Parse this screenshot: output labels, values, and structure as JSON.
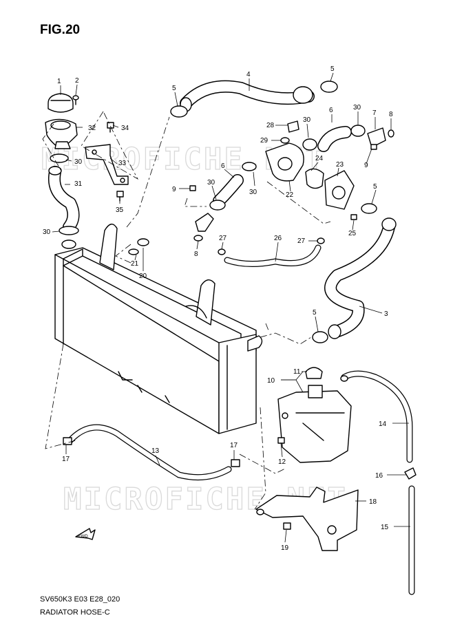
{
  "title": "FIG.20",
  "footer": {
    "model_code": "SV650K3 E03 E28_020",
    "section_name": "RADIATOR HOSE-C"
  },
  "watermark": "MICROFICHE.NET",
  "front_marker": "FWD",
  "callouts": [
    {
      "id": "c-1",
      "text": "1"
    },
    {
      "id": "c-2",
      "text": "2"
    },
    {
      "id": "c-32",
      "text": "32"
    },
    {
      "id": "c-34",
      "text": "34"
    },
    {
      "id": "c-30a",
      "text": "30"
    },
    {
      "id": "c-33",
      "text": "33"
    },
    {
      "id": "c-31",
      "text": "31"
    },
    {
      "id": "c-35",
      "text": "35"
    },
    {
      "id": "c-30b",
      "text": "30"
    },
    {
      "id": "c-4",
      "text": "4"
    },
    {
      "id": "c-5a",
      "text": "5"
    },
    {
      "id": "c-5b",
      "text": "5"
    },
    {
      "id": "c-6a",
      "text": "6"
    },
    {
      "id": "c-30c",
      "text": "30"
    },
    {
      "id": "c-7",
      "text": "7"
    },
    {
      "id": "c-8a",
      "text": "8"
    },
    {
      "id": "c-28",
      "text": "28"
    },
    {
      "id": "c-30d",
      "text": "30"
    },
    {
      "id": "c-29",
      "text": "29"
    },
    {
      "id": "c-9a",
      "text": "9"
    },
    {
      "id": "c-6b",
      "text": "6"
    },
    {
      "id": "c-24",
      "text": "24"
    },
    {
      "id": "c-23",
      "text": "23"
    },
    {
      "id": "c-9b",
      "text": "9"
    },
    {
      "id": "c-30e",
      "text": "30"
    },
    {
      "id": "c-30f",
      "text": "30"
    },
    {
      "id": "c-22",
      "text": "22"
    },
    {
      "id": "c-5c",
      "text": "5"
    },
    {
      "id": "c-25",
      "text": "25"
    },
    {
      "id": "c-21",
      "text": "21"
    },
    {
      "id": "c-20",
      "text": "20"
    },
    {
      "id": "c-27a",
      "text": "27"
    },
    {
      "id": "c-26",
      "text": "26"
    },
    {
      "id": "c-27b",
      "text": "27"
    },
    {
      "id": "c-8b",
      "text": "8"
    },
    {
      "id": "c-3",
      "text": "3"
    },
    {
      "id": "c-5d",
      "text": "5"
    },
    {
      "id": "c-11",
      "text": "11"
    },
    {
      "id": "c-10",
      "text": "10"
    },
    {
      "id": "c-14",
      "text": "14"
    },
    {
      "id": "c-17a",
      "text": "17"
    },
    {
      "id": "c-17b",
      "text": "17"
    },
    {
      "id": "c-13",
      "text": "13"
    },
    {
      "id": "c-12",
      "text": "12"
    },
    {
      "id": "c-16",
      "text": "16"
    },
    {
      "id": "c-18",
      "text": "18"
    },
    {
      "id": "c-15",
      "text": "15"
    },
    {
      "id": "c-19",
      "text": "19"
    }
  ]
}
